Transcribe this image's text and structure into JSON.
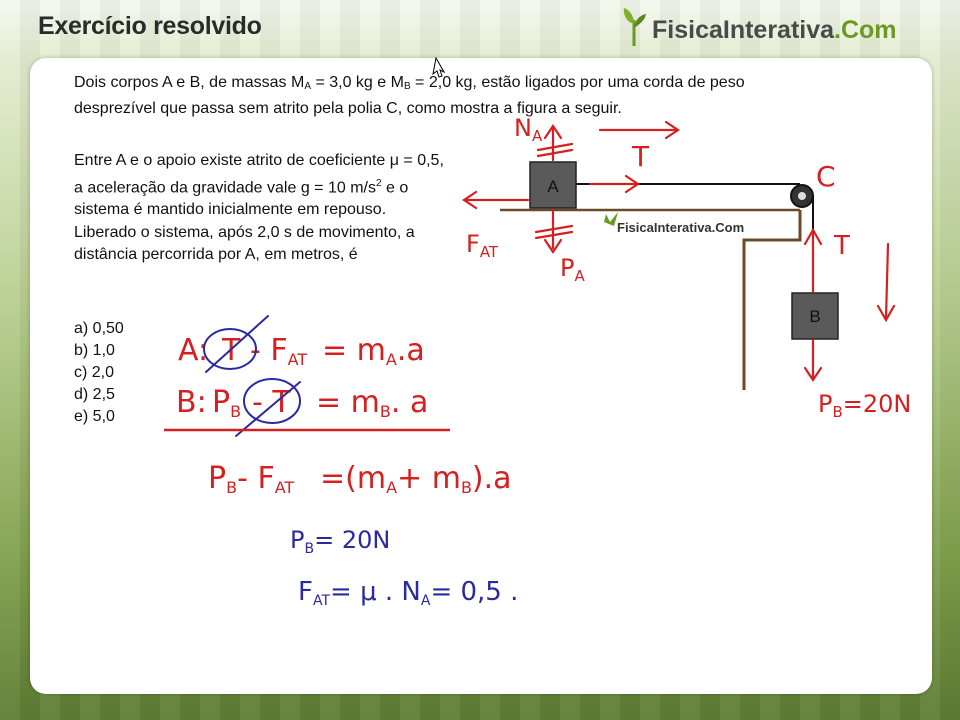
{
  "header": {
    "title": "Exercício resolvido",
    "brand_main": "FisicaInterativa",
    "brand_dot": ".",
    "brand_suffix": "Com"
  },
  "problem": {
    "line1_a": "Dois corpos A e B, de massas M",
    "sub_a": "A",
    "line1_b": " = 3,0 kg e M",
    "sub_b": "B",
    "line1_c": " = 2,0 kg, estão ligados por uma corda de peso",
    "line2": "desprezível que passa sem atrito pela polia C, como mostra a figura a seguir.",
    "p2_a": "Entre A e o apoio existe atrito de coeficiente μ = 0,5, a aceleração da gravidade vale g = 10 m/s",
    "p2_sup": "2",
    "p2_b": " e o sistema é mantido inicialmente em repouso. Liberado o sistema, após 2,0 s de movimento, a distância percorrida por A, em metros, é",
    "options": [
      "a) 0,50",
      "b) 1,0",
      "c) 2,0",
      "d) 2,5",
      "e) 5,0"
    ]
  },
  "figure": {
    "block_a": "A",
    "block_b": "B",
    "pulley": "C",
    "watermark": "FisicaInterativa.Com"
  },
  "annotations": {
    "na": "N",
    "na_sub": "A",
    "t_top": "T",
    "c_label": "C",
    "fat": "F",
    "fat_sub": "AT",
    "pa": "P",
    "pa_sub": "A",
    "t_right": "T",
    "pb_eq": "P",
    "pb_eq_sub": "B",
    "pb_eq_rest": "=20N",
    "eq_a_label": "A:",
    "eq_a_t": "T",
    "eq_a_rest": "- F",
    "eq_a_sub": "AT",
    "eq_a_rhs": "= m",
    "eq_a_rhs_sub": "A",
    "eq_a_end": ".a",
    "eq_b_label": "B:",
    "eq_b_p": "P",
    "eq_b_p_sub": "B",
    "eq_b_t": "- T",
    "eq_b_rhs": "= m",
    "eq_b_rhs_sub": "B",
    "eq_b_end": ". a",
    "sum_l": "P",
    "sum_l_sub": "B",
    "sum_mid": "- F",
    "sum_mid_sub": "AT",
    "sum_rhs": "=(m",
    "sum_rhs_sub1": "A",
    "sum_rhs_plus": "+ m",
    "sum_rhs_sub2": "B",
    "sum_rhs_end": ").a",
    "pb_line_l": "P",
    "pb_line_sub": "B",
    "pb_line_r": "= 20N",
    "fat_line_l": "F",
    "fat_line_sub": "AT",
    "fat_line_r": "= μ . N",
    "fat_line_sub2": "A",
    "fat_line_end": "= 0,5 ."
  },
  "colors": {
    "ink_red": "#d42020",
    "ink_blue": "#2a2aa0",
    "block_gray": "#5a5a5a",
    "brand_green": "#6a9a22"
  }
}
